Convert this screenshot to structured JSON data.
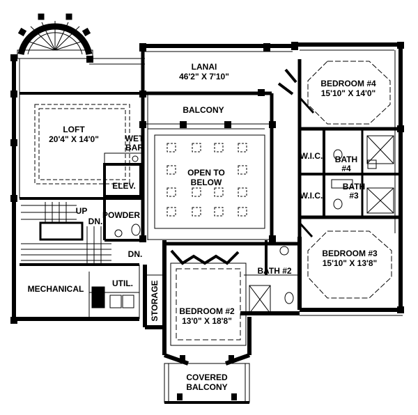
{
  "colors": {
    "wall": "#000000",
    "line": "#000000",
    "background": "#ffffff"
  },
  "rooms": {
    "lanai": {
      "name": "LANAI",
      "dims": "46'2\" X 7'10\""
    },
    "balcony": {
      "name": "BALCONY"
    },
    "bedroom4": {
      "name": "BEDROOM #4",
      "dims": "15'10\" X 14'0\""
    },
    "loft": {
      "name": "LOFT",
      "dims": "20'4\" X 14'0\""
    },
    "wet_bar": {
      "line1": "WET",
      "line2": "BAR"
    },
    "open_to_below": {
      "line1": "OPEN TO",
      "line2": "BELOW"
    },
    "wic_upper": {
      "name": "W.I.C."
    },
    "wic_lower": {
      "name": "W.I.C."
    },
    "bath4": {
      "line1": "BATH",
      "line2": "#4"
    },
    "bath3": {
      "line1": "BATH",
      "line2": "#3"
    },
    "elev": {
      "name": "ELEV."
    },
    "stair_up": {
      "name": "UP"
    },
    "stair_dn1": {
      "name": "DN."
    },
    "stair_dn2": {
      "name": "DN."
    },
    "powder": {
      "name": "POWDER"
    },
    "bedroom3": {
      "name": "BEDROOM #3",
      "dims": "15'10\" X 13'8\""
    },
    "bath2": {
      "name": "BATH #2"
    },
    "mechanical": {
      "name": "MECHANICAL"
    },
    "util": {
      "name": "UTIL."
    },
    "storage": {
      "name": "STORAGE"
    },
    "bedroom2": {
      "name": "BEDROOM #2",
      "dims": "13'0\" X 18'8\""
    },
    "covered_balcony": {
      "line1": "COVERED",
      "line2": "BALCONY"
    }
  }
}
